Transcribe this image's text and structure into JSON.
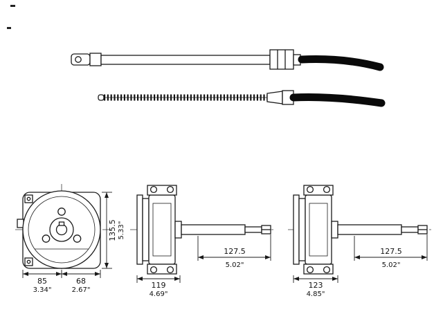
{
  "page": {
    "background": "#ffffff",
    "line_color": "#1a1a1a"
  },
  "dims": {
    "front": {
      "w_left_mm": "85",
      "w_left_in": "3.34\"",
      "w_right_mm": "68",
      "w_right_in": "2.67\"",
      "h_mm": "135.5",
      "h_in": "5.33\""
    },
    "side_a": {
      "body_mm": "119",
      "body_in": "4.69\"",
      "shaft_mm": "127.5",
      "shaft_in": "5.02\""
    },
    "side_b": {
      "body_mm": "123",
      "body_in": "4.85\"",
      "shaft_mm": "127.5",
      "shaft_in": "5.02\""
    }
  }
}
